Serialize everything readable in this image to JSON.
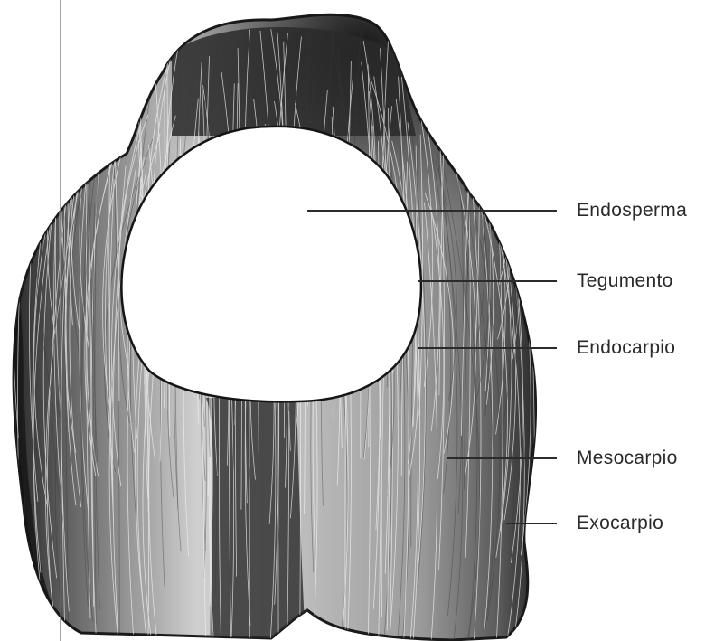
{
  "diagram": {
    "labels": [
      {
        "id": "endosperma",
        "text": "Endosperma"
      },
      {
        "id": "tegumento",
        "text": "Tegumento"
      },
      {
        "id": "endocarpio",
        "text": "Endocarpio"
      },
      {
        "id": "mesocarpio",
        "text": "Mesocarpio"
      },
      {
        "id": "exocarpio",
        "text": "Exocarpio"
      }
    ],
    "colors": {
      "ink": "#2b2b2b",
      "dark_husk": "#1e1e1e",
      "fiber": "#8a8a8a",
      "cavity": "#ffffff"
    }
  }
}
